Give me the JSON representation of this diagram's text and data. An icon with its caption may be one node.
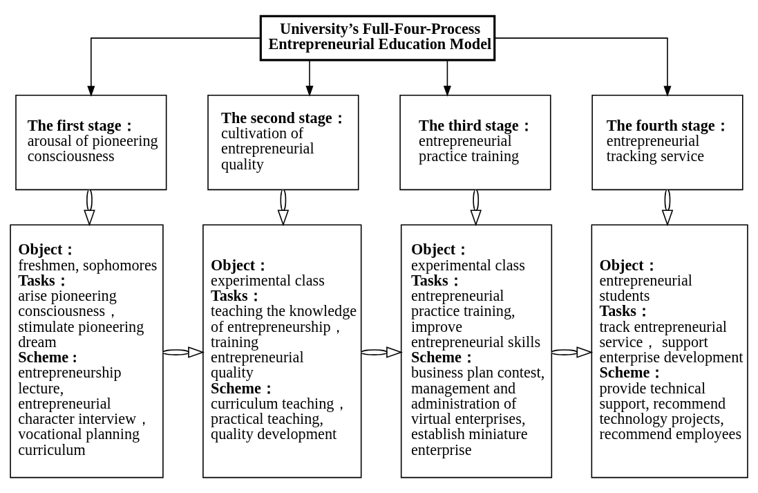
{
  "diagram": {
    "nodes": [
      {
        "text": [
          "University’s Full-Four-Process Entrepreneurial Education Model"
        ]
      },
      {
        "text": [
          "The first stage：",
          "arousal of pioneering consciousness"
        ]
      },
      {
        "text": [
          "The second stage：",
          "cultivation of entrepreneurial quality"
        ]
      },
      {
        "text": [
          "The third stage：",
          "entrepreneurial practice training"
        ]
      },
      {
        "text": [
          "The fourth stage：",
          "entrepreneurial tracking service"
        ]
      },
      {
        "text": [
          "Object：",
          "freshmen, sophomores",
          "Tasks：",
          "arise pioneering consciousness， stimulate pioneering dream",
          "Scheme :",
          "entrepreneurship lecture, entrepreneurial character interview， vocational planning curriculum"
        ]
      },
      {
        "text": [
          "Object：",
          "experimental class",
          "Tasks：",
          "teaching the knowledge of entrepreneurship， training entrepreneurial quality",
          "Scheme：",
          "curriculum teaching， practical teaching, quality development"
        ]
      },
      {
        "text": [
          "Object：",
          "experimental class",
          "Tasks：",
          "entrepreneurial practice training, improve entrepreneurial skills",
          "Scheme：",
          "business plan contest, management and administration of virtual enterprises, establish miniature enterprise"
        ]
      },
      {
        "text": [
          "Object：",
          "entrepreneurial students",
          "Tasks：",
          "track entrepreneurial service， support enterprise development",
          "Scheme：",
          "provide technical support, recommend technology projects, recommend employees"
        ]
      }
    ],
    "edges": [
      {
        "from": 0,
        "to": 1,
        "arrow": "to"
      },
      {
        "from": 0,
        "to": 2,
        "arrow": "to"
      },
      {
        "from": 0,
        "to": 3,
        "arrow": "to"
      },
      {
        "from": 0,
        "to": 4,
        "arrow": "to"
      },
      {
        "from": 1,
        "to": 5,
        "arrow": "to"
      },
      {
        "from": 2,
        "to": 6,
        "arrow": "to"
      },
      {
        "from": 3,
        "to": 7,
        "arrow": "to"
      },
      {
        "from": 4,
        "to": 8,
        "arrow": "to"
      },
      {
        "from": 5,
        "to": 6,
        "arrow": "to"
      },
      {
        "from": 6,
        "to": 7,
        "arrow": "to"
      },
      {
        "from": 7,
        "to": 8,
        "arrow": "to"
      }
    ]
  }
}
